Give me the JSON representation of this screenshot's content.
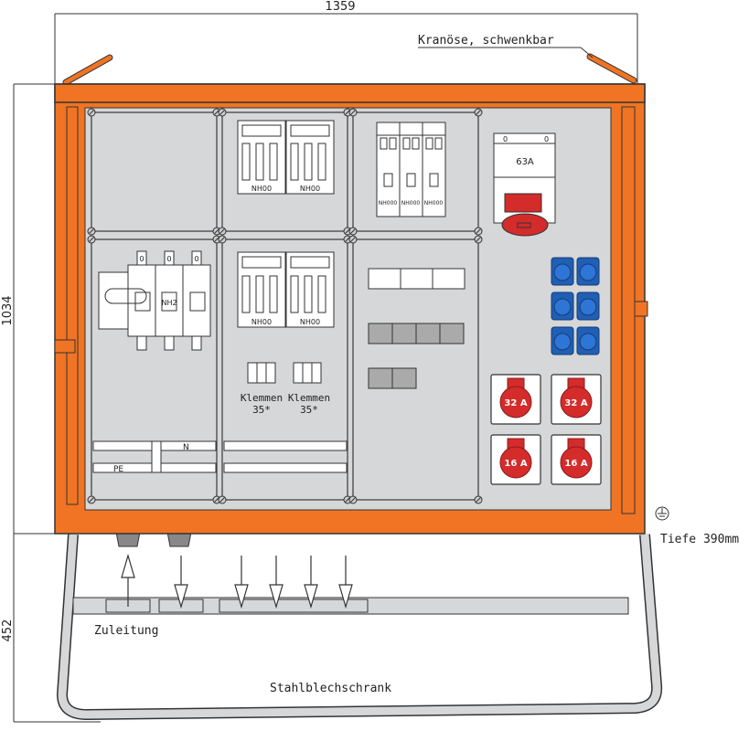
{
  "diagram": {
    "title": "Stahlblechschrank",
    "dimensions": {
      "width": "1359",
      "height_cabinet": "1034",
      "height_frame": "452",
      "depth": "Tiefe 390mm"
    },
    "annotations": {
      "crane_eye": "Kranöse, schwenkbar",
      "supply": "Zuleitung",
      "housing": "Stahlblechschrank"
    },
    "modules": {
      "fuse_nh00_top": [
        "NH00",
        "NH00"
      ],
      "fuse_nh000": [
        "NH000",
        "NH000",
        "NH000"
      ],
      "main_switch": {
        "label": "NH2",
        "terminals": [
          "0",
          "0",
          "0"
        ]
      },
      "fuse_nh00_mid": [
        "NH00",
        "NH00"
      ],
      "terminals": [
        {
          "label": "Klemmen",
          "size": "35*"
        },
        {
          "label": "Klemmen",
          "size": "35*"
        }
      ],
      "busbar_labels": {
        "neutral": "N",
        "earth": "PE"
      },
      "cee_main": {
        "rating": "63A",
        "marks": [
          "0",
          "0"
        ]
      },
      "cee_sockets": [
        "32 A",
        "32 A",
        "16 A",
        "16 A"
      ],
      "schuko_count": 6
    },
    "colors": {
      "housing": "#f07423",
      "panel": "#d5d7d9",
      "cee_red": "#d42b2b",
      "schuko_blue": "#1f5fb5",
      "line": "#333333"
    }
  }
}
